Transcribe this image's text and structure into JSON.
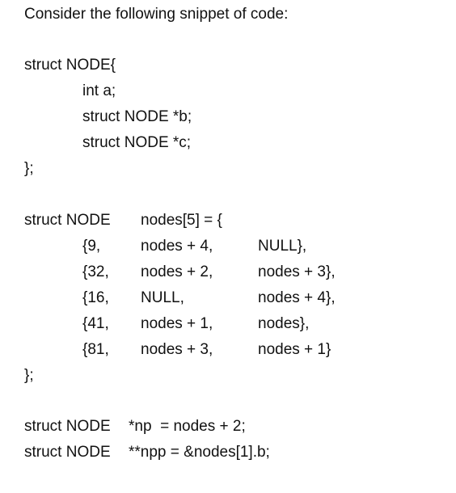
{
  "heading": "Consider the following snippet of code:",
  "struct_def": {
    "open": "struct NODE{",
    "fields": [
      "int a;",
      "struct NODE *b;",
      "struct NODE *c;"
    ],
    "close": "};"
  },
  "array_decl": {
    "type": "struct NODE",
    "decl": "nodes[5] = {",
    "rows": [
      {
        "a": "{9,",
        "b": "nodes + 4,",
        "c": "NULL},"
      },
      {
        "a": "{32,",
        "b": "nodes + 2,",
        "c": "nodes + 3},"
      },
      {
        "a": "{16,",
        "b": "NULL,",
        "c": "nodes + 4},"
      },
      {
        "a": "{41,",
        "b": "nodes + 1,",
        "c": "nodes},"
      },
      {
        "a": "{81,",
        "b": "nodes + 3,",
        "c": "nodes + 1}"
      }
    ],
    "close": "};"
  },
  "pointers": [
    {
      "type": "struct NODE",
      "decl": "*np  = nodes + 2;"
    },
    {
      "type": "struct NODE",
      "decl": "**npp = &nodes[1].b;"
    }
  ]
}
